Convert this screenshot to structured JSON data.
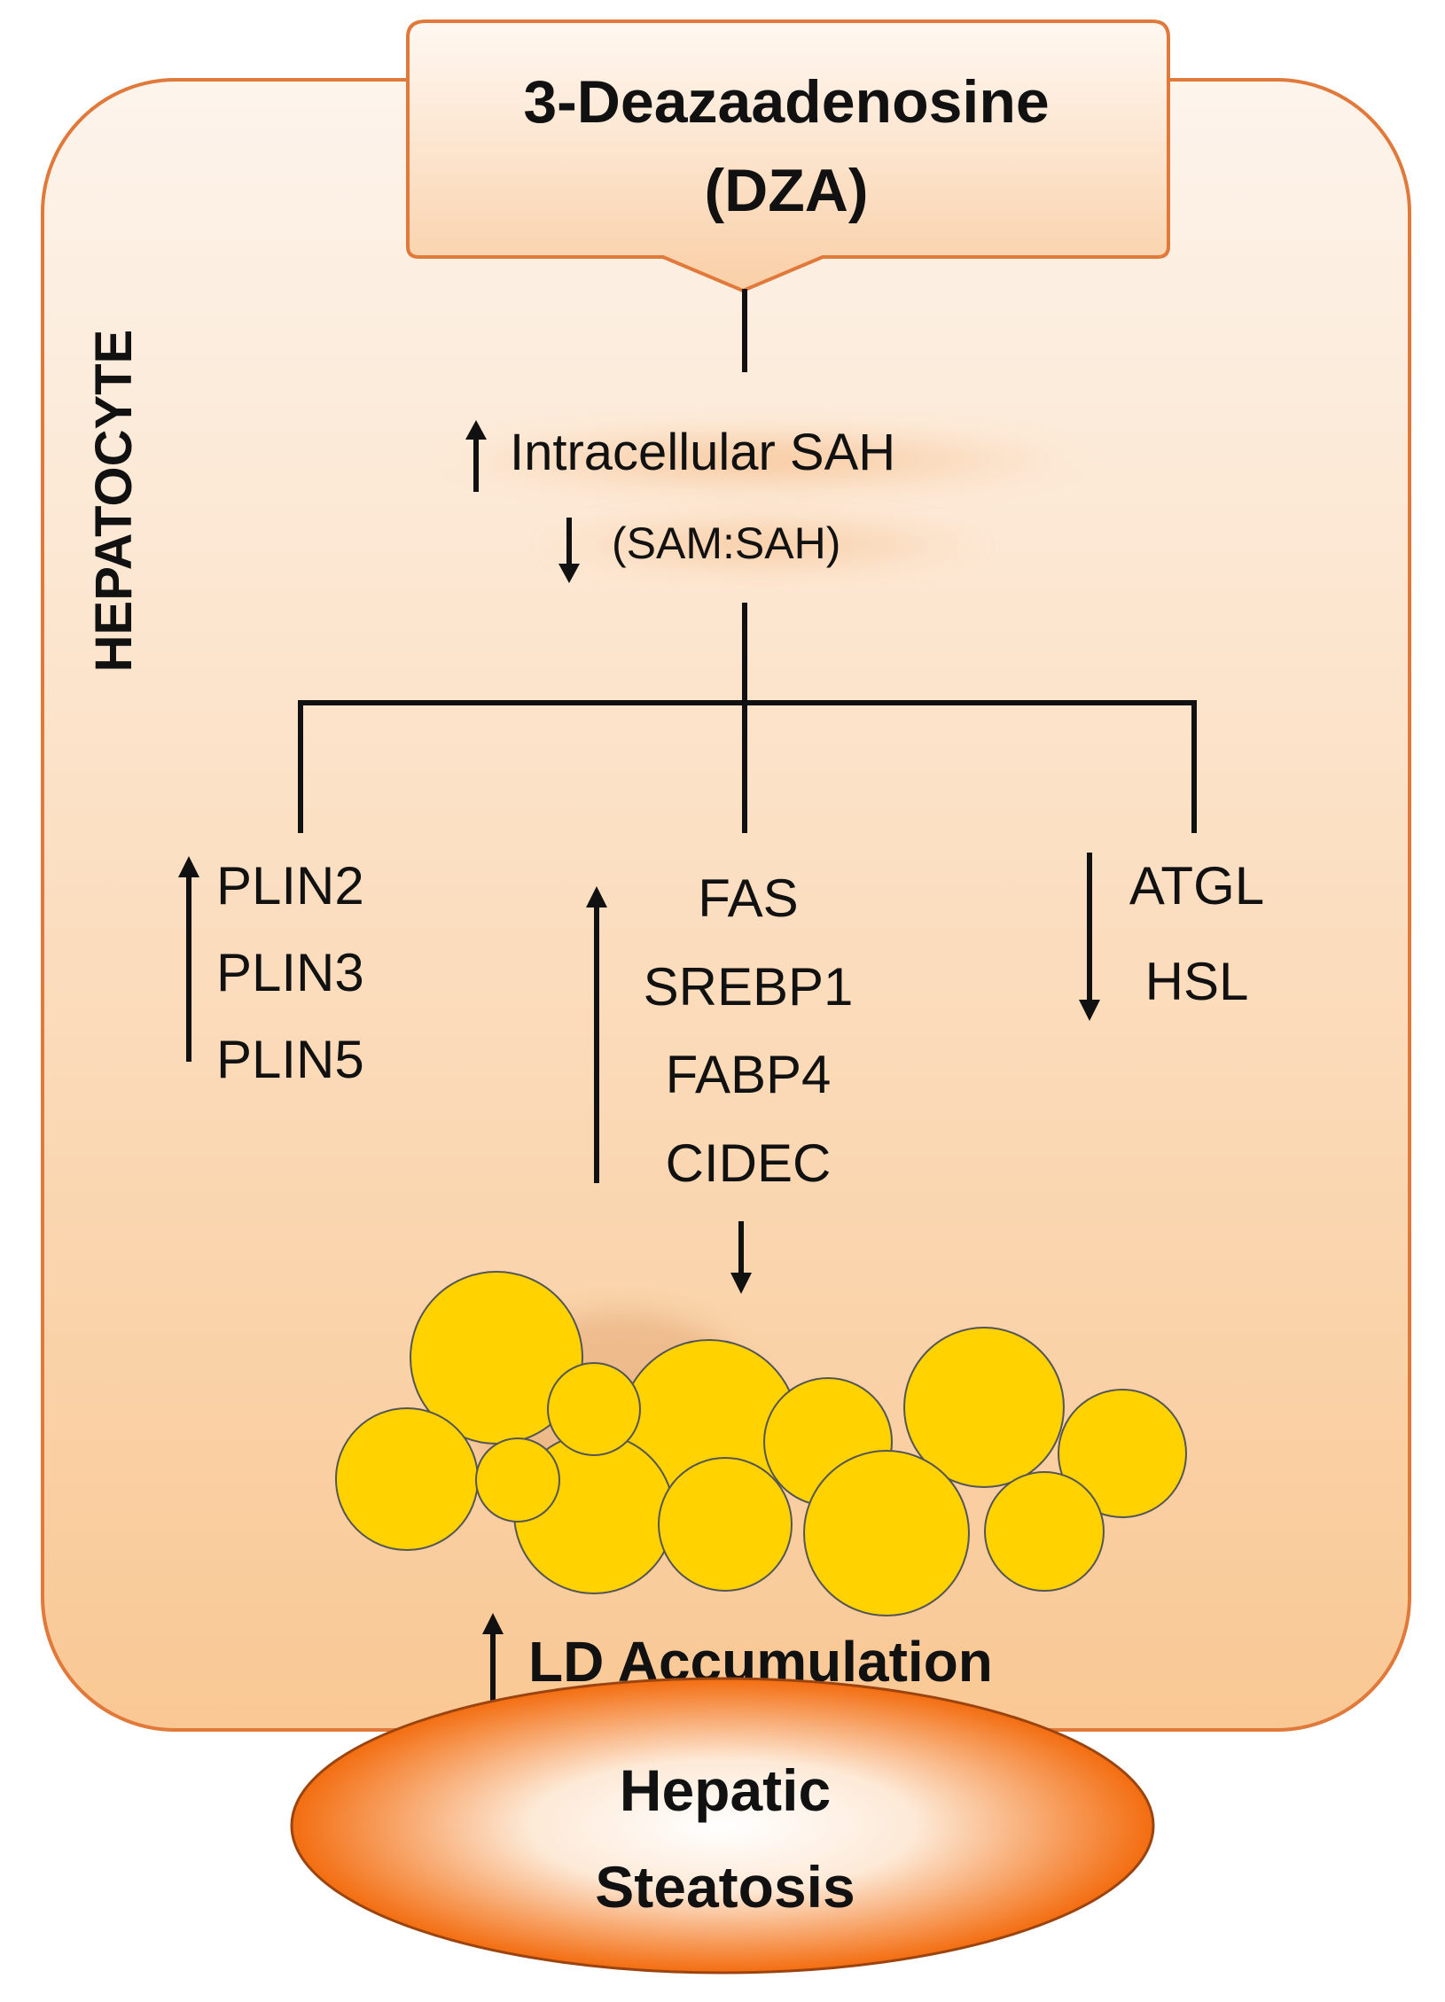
{
  "colors": {
    "cell_fill_top": "#fdf3ea",
    "cell_fill_bottom": "#f9c894",
    "cell_border": "#e0793a",
    "droplet_fill": "#ffd200",
    "droplet_edge": "#555555",
    "ellipse_orange": "#f36d10"
  },
  "drug": {
    "line1": "3-Deazaadenosine",
    "line2": "(DZA)"
  },
  "cell_label": "HEPATOCYTE",
  "sah": {
    "main": "Intracellular SAH",
    "ratio": "(SAM:SAH)"
  },
  "branches": {
    "left": {
      "direction": "up",
      "items": [
        "PLIN2",
        "PLIN3",
        "PLIN5"
      ]
    },
    "center": {
      "direction": "up",
      "items": [
        "FAS",
        "SREBP1",
        "FABP4",
        "CIDEC"
      ]
    },
    "right": {
      "direction": "down",
      "items": [
        "ATGL",
        "HSL"
      ]
    }
  },
  "ld_accumulation": "LD Accumulation",
  "outcome": {
    "line1": "Hepatic",
    "line2": "Steatosis"
  }
}
